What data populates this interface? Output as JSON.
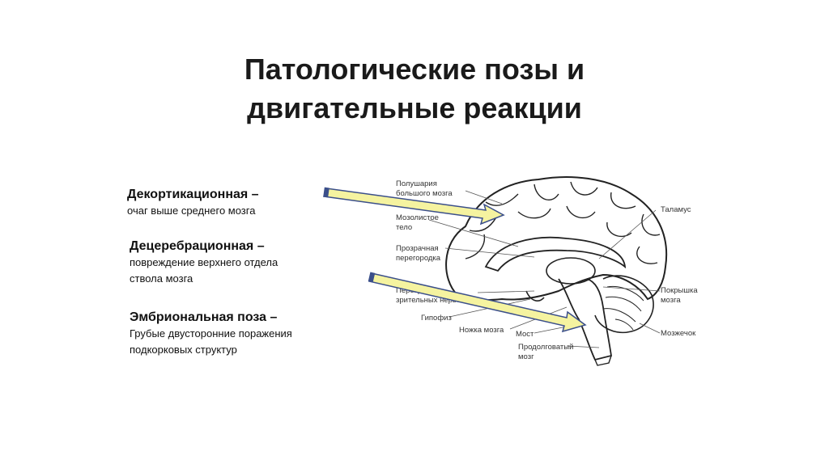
{
  "slide": {
    "title_line1": "Патологические позы и",
    "title_line2": "двигательные реакции"
  },
  "items": [
    {
      "heading": "Декортикационная –",
      "description": "очаг выше среднего мозга"
    },
    {
      "heading": "Децеребрационная –",
      "description": "повреждение верхнего отдела\nствола мозга"
    },
    {
      "heading": "Эмбриональная поза –",
      "description": "Грубые двусторонние поражения\nподкорковых структур"
    }
  ],
  "diagram": {
    "labels": {
      "hemispheres_1": "Полушария",
      "hemispheres_2": "большого мозга",
      "corpus_callosum_1": "Мозолистое",
      "corpus_callosum_2": "тело",
      "septum_1": "Прозрачная",
      "septum_2": "перегородка",
      "chiasm_1": "Перекрестье",
      "chiasm_2": "зрительных нервов",
      "pituitary": "Гипофиз",
      "cerebral_peduncle": "Ножка мозга",
      "pons": "Мост",
      "medulla_1": "Продолговатый",
      "medulla_2": "мозг",
      "thalamus": "Таламус",
      "tectum_1": "Покрышка",
      "tectum_2": "мозга",
      "cerebellum": "Мозжечок"
    },
    "arrow_fill": "#f5f3a0",
    "arrow_edge": "#3b4f8a"
  }
}
